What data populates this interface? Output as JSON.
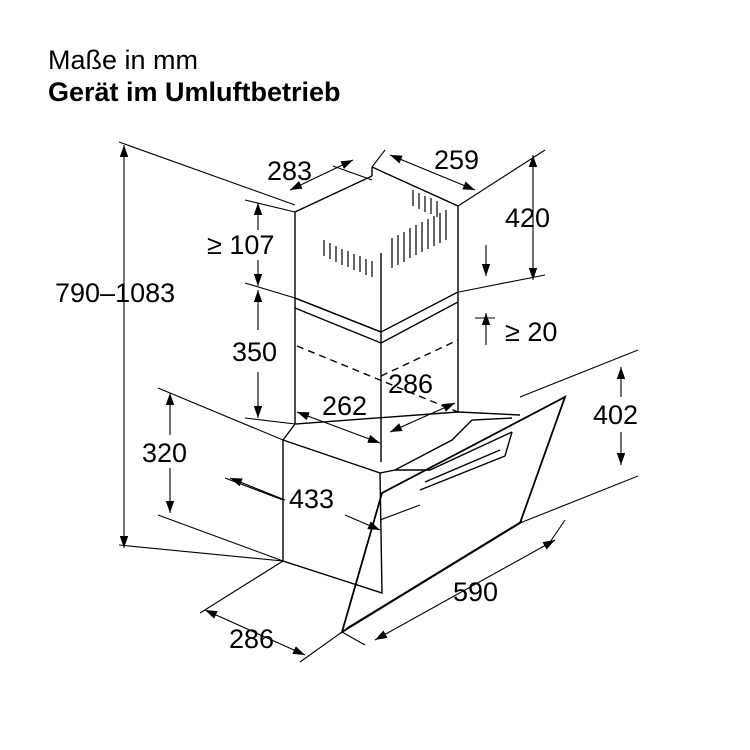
{
  "header": {
    "units": "Maße in mm",
    "mode": "Gerät im Umluftbetrieb"
  },
  "dimensions": {
    "chimney_depth": "283",
    "chimney_width": "259",
    "chimney_top_height": "420",
    "min_top_gap": "≥ 107",
    "inner_chimney_height": "350",
    "min_overlap": "≥ 20",
    "total_height": "790–1083",
    "lower_chimney_width": "286",
    "lower_chimney_depth": "262",
    "base_height": "320",
    "glass_height": "402",
    "body_depth": "433",
    "hood_width": "590",
    "hood_depth": "286"
  }
}
